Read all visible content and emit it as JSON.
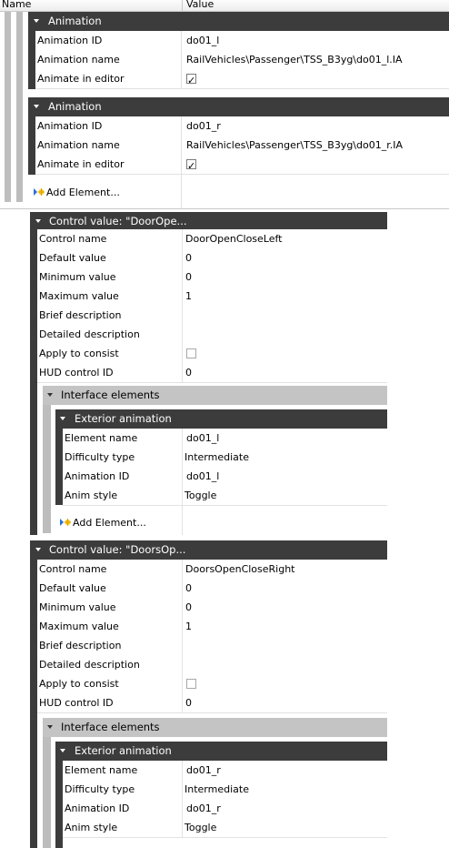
{
  "header": {
    "name_label": "Name",
    "value_label": "Value"
  },
  "top_animations": [
    {
      "title": "Animation",
      "rows": [
        {
          "name": "Animation ID",
          "value": "do01_l"
        },
        {
          "name": "Animation name",
          "value": "RailVehicles\\Passenger\\TSS_B3yg\\do01_l.IA"
        },
        {
          "name": "Animate in editor",
          "checked": true
        }
      ]
    },
    {
      "title": "Animation",
      "rows": [
        {
          "name": "Animation ID",
          "value": "do01_r"
        },
        {
          "name": "Animation name",
          "value": "RailVehicles\\Passenger\\TSS_B3yg\\do01_r.IA"
        },
        {
          "name": "Animate in editor",
          "checked": true
        }
      ]
    }
  ],
  "add_element_label": "Add Element...",
  "controls": [
    {
      "title": "Control value: \"DoorOpe...",
      "rows": [
        {
          "name": "Control name",
          "value": "DoorOpenCloseLeft"
        },
        {
          "name": "Default value",
          "value": "0"
        },
        {
          "name": "Minimum value",
          "value": "0"
        },
        {
          "name": "Maximum value",
          "value": "1"
        },
        {
          "name": "Brief description",
          "value": ""
        },
        {
          "name": "Detailed description",
          "value": ""
        },
        {
          "name": "Apply to consist",
          "checked": false
        },
        {
          "name": "HUD control ID",
          "value": "0"
        }
      ],
      "interface_title": "Interface elements",
      "exterior_title": "Exterior animation",
      "exterior_rows": [
        {
          "name": "Element name",
          "value": "do01_l"
        },
        {
          "name": "Difficulty type",
          "value": "Intermediate"
        },
        {
          "name": "Animation ID",
          "value": "do01_l"
        },
        {
          "name": "Anim style",
          "value": "Toggle"
        }
      ]
    },
    {
      "title": "Control value: \"DoorsOp...",
      "rows": [
        {
          "name": "Control name",
          "value": "DoorsOpenCloseRight"
        },
        {
          "name": "Default value",
          "value": "0"
        },
        {
          "name": "Minimum value",
          "value": "0"
        },
        {
          "name": "Maximum value",
          "value": "1"
        },
        {
          "name": "Brief description",
          "value": ""
        },
        {
          "name": "Detailed description",
          "value": ""
        },
        {
          "name": "Apply to consist",
          "checked": false
        },
        {
          "name": "HUD control ID",
          "value": "0"
        }
      ],
      "interface_title": "Interface elements",
      "exterior_title": "Exterior animation",
      "exterior_rows": [
        {
          "name": "Element name",
          "value": "do01_r"
        },
        {
          "name": "Difficulty type",
          "value": "Intermediate"
        },
        {
          "name": "Animation ID",
          "value": "do01_r"
        },
        {
          "name": "Anim style",
          "value": "Toggle"
        }
      ]
    }
  ]
}
